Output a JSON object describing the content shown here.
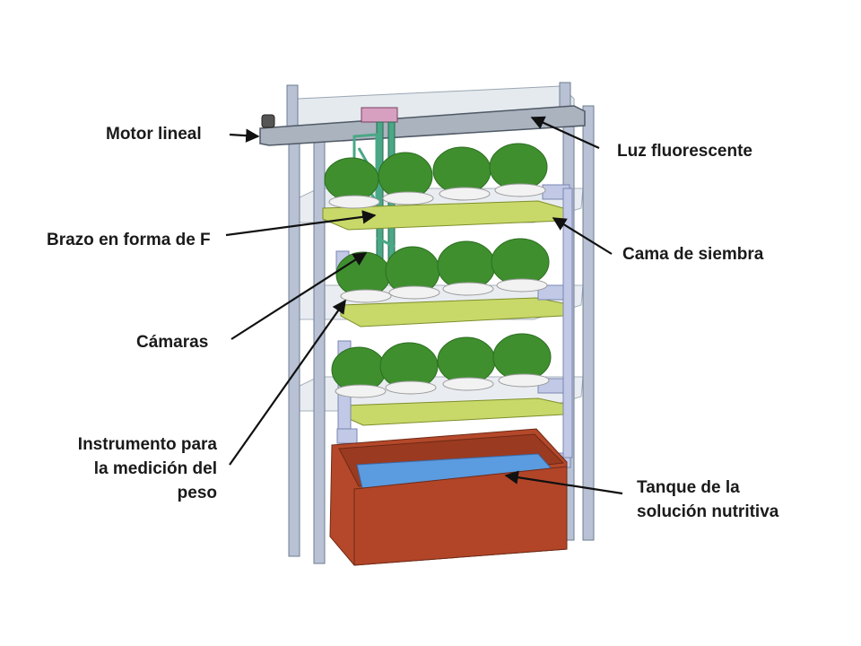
{
  "labels": {
    "motor_lineal": "Motor lineal",
    "luz_fluorescente": "Luz fluorescente",
    "brazo": "Brazo en forma de F",
    "cama_siembra": "Cama de siembra",
    "camaras": "Cámaras",
    "instrumento": [
      "Instrumento para",
      "la medición del",
      "peso"
    ],
    "tanque": [
      "Tanque de la",
      "solución nutritiva"
    ]
  },
  "colors": {
    "frame": "#b8c2d4",
    "frame_edge": "#6e7c92",
    "tray": "#c8d96a",
    "tray_edge": "#7f8f2a",
    "plant": "#3f8f2f",
    "plant_dark": "#2c6e20",
    "tank": "#b5482a",
    "water": "#5b9be0",
    "arm": "#4aa886",
    "arrow": "#111111"
  }
}
